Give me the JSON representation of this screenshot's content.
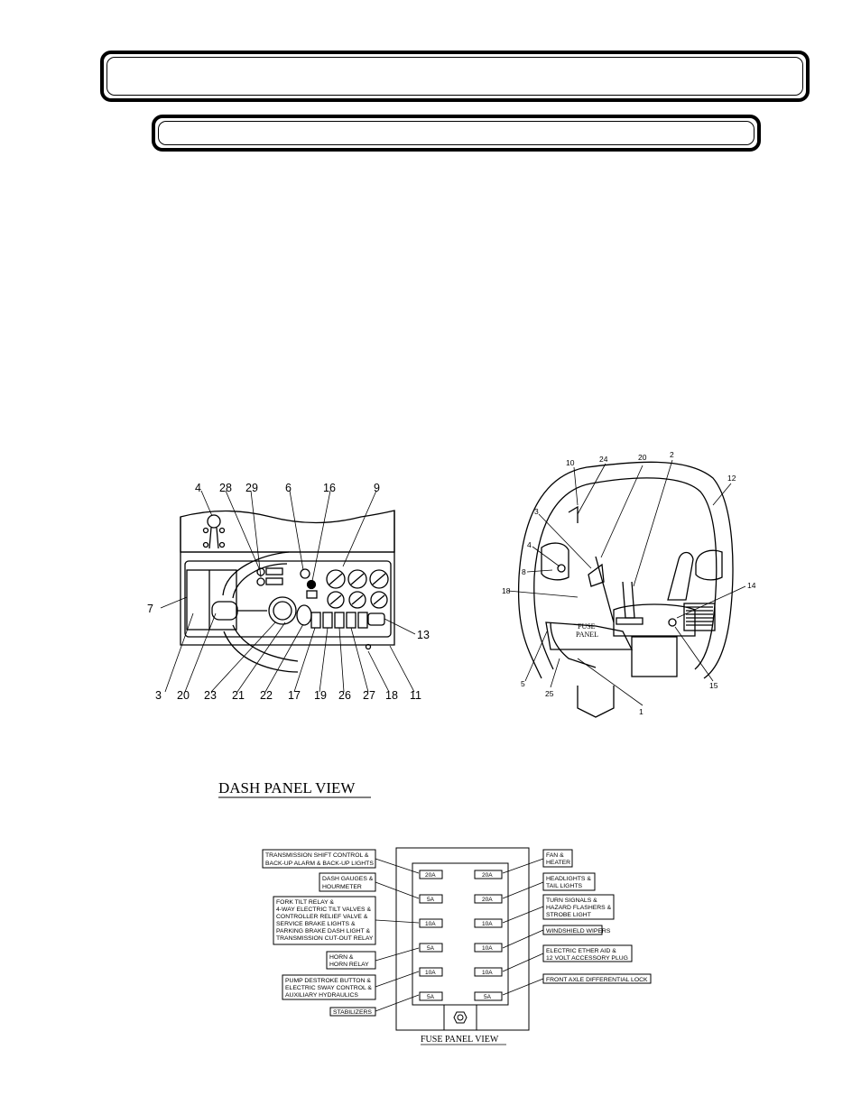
{
  "dash_panel": {
    "top_callouts": [
      "4",
      "28",
      "29",
      "6",
      "16",
      "9"
    ],
    "left_callout": "7",
    "right_callout": "13",
    "bottom_callouts": [
      "3",
      "20",
      "23",
      "21",
      "22",
      "17",
      "19",
      "26",
      "27",
      "18",
      "11"
    ],
    "caption": "DASH PANEL VIEW"
  },
  "cab_view": {
    "callouts": {
      "c10": "10",
      "c24": "24",
      "c20": "20",
      "c2": "2",
      "c12": "12",
      "c3": "3",
      "c4": "4",
      "c8": "8",
      "c18": "18",
      "c14": "14",
      "c5": "5",
      "c25": "25",
      "c1": "1",
      "c15": "15"
    },
    "fuse_label_1": "FUSE",
    "fuse_label_2": "PANEL"
  },
  "fuse_panel": {
    "caption": "FUSE PANEL VIEW",
    "left_ratings": [
      "20A",
      "5A",
      "10A",
      "5A",
      "10A",
      "5A"
    ],
    "right_ratings": [
      "20A",
      "20A",
      "10A",
      "10A",
      "10A",
      "5A"
    ],
    "left_labels": [
      [
        "TRANSMISSION SHIFT CONTROL &",
        "BACK-UP ALARM & BACK-UP LIGHTS"
      ],
      [
        "DASH GAUGES &",
        "HOURMETER"
      ],
      [
        "FORK TILT RELAY &",
        "4-WAY ELECTRIC TILT VALVES &",
        "CONTROLLER RELIEF VALVE &",
        "SERVICE BRAKE LIGHTS &",
        "PARKING BRAKE DASH LIGHT &",
        "TRANSMISSION CUT-OUT RELAY"
      ],
      [
        "HORN &",
        "HORN RELAY"
      ],
      [
        "PUMP DESTROKE BUTTON &",
        "ELECTRIC SWAY CONTROL &",
        "AUXILIARY HYDRAULICS"
      ],
      [
        "STABILIZERS"
      ]
    ],
    "right_labels": [
      [
        "FAN &",
        "HEATER"
      ],
      [
        "HEADLIGHTS &",
        "TAIL LIGHTS"
      ],
      [
        "TURN SIGNALS &",
        "HAZARD FLASHERS &",
        "STROBE LIGHT"
      ],
      [
        "WINDSHIELD WIPERS"
      ],
      [
        "ELECTRIC ETHER AID &",
        "12 VOLT ACCESSORY PLUG"
      ],
      [
        "FRONT AXLE DIFFERENTIAL LOCK"
      ]
    ]
  }
}
